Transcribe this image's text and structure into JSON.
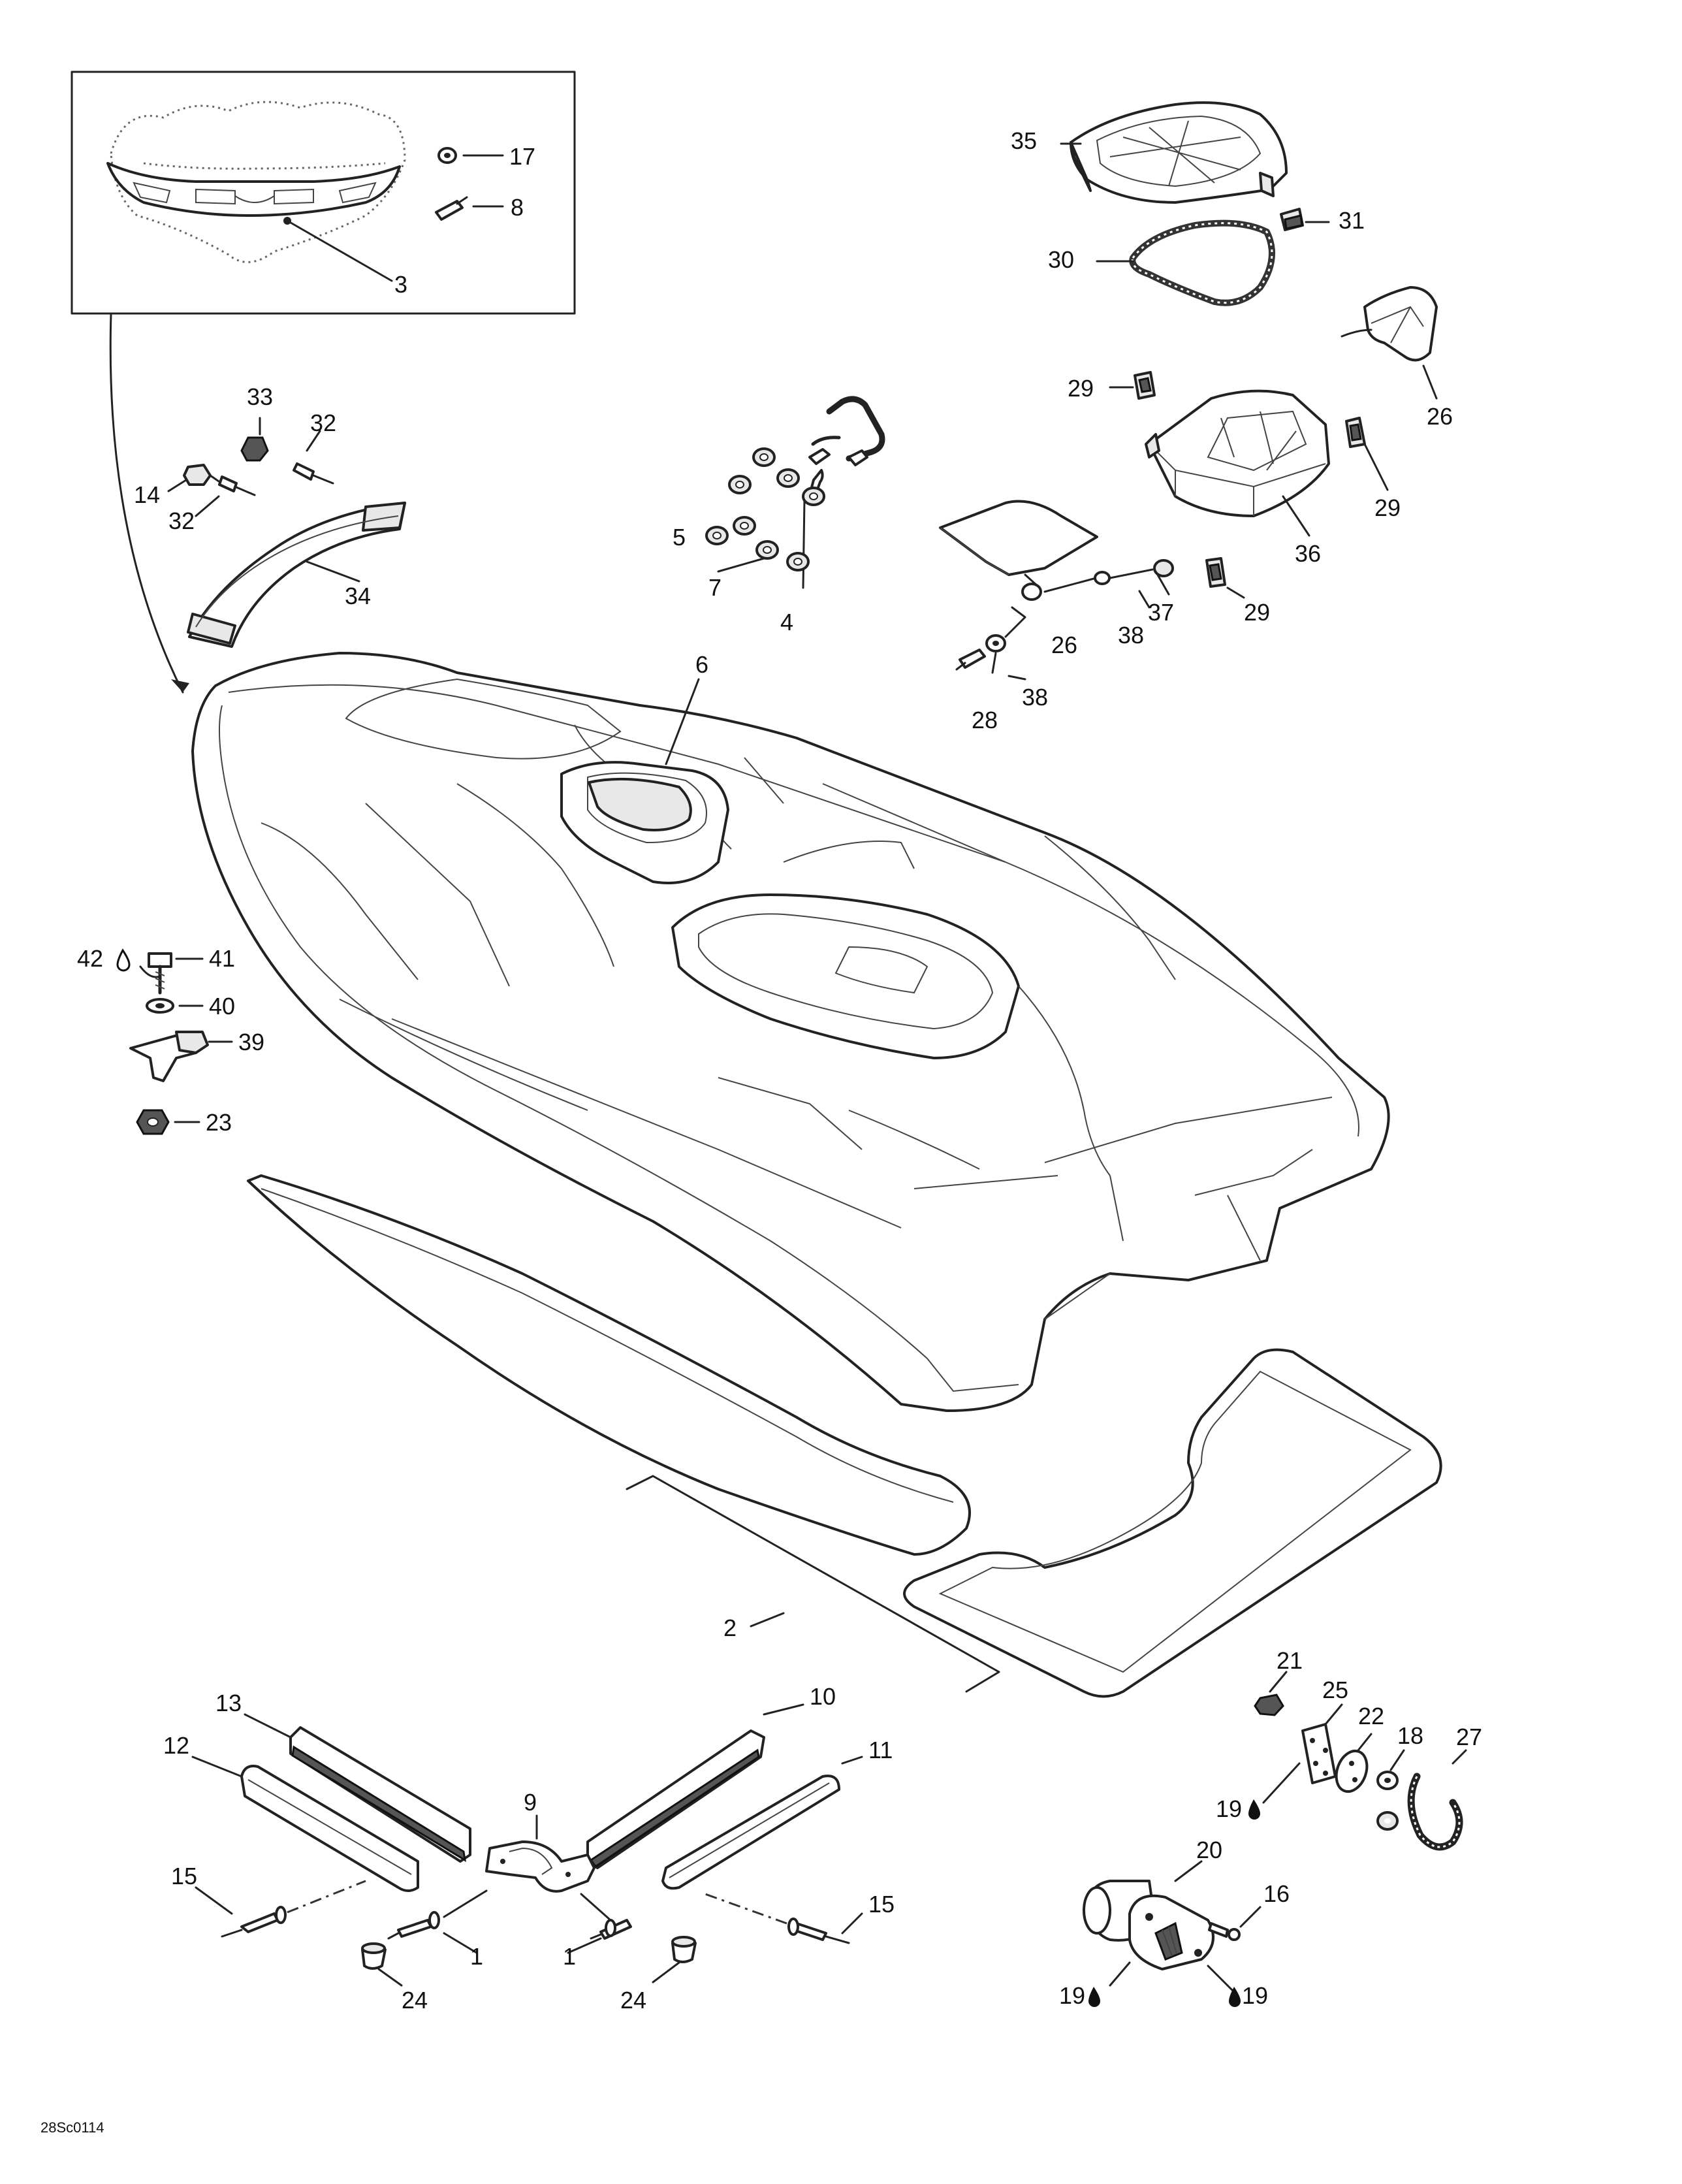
{
  "diagram": {
    "code": "28Sc0114",
    "drop_symbol": "drop-icon",
    "labels": {
      "l1a": "1",
      "l1b": "1",
      "l2": "2",
      "l3": "3",
      "l4": "4",
      "l5": "5",
      "l6": "6",
      "l7": "7",
      "l8": "8",
      "l9": "9",
      "l10": "10",
      "l11": "11",
      "l12": "12",
      "l13": "13",
      "l14": "14",
      "l15a": "15",
      "l15b": "15",
      "l16": "16",
      "l17": "17",
      "l18": "18",
      "l19a": "19",
      "l19b": "19",
      "l19c": "19",
      "l20": "20",
      "l21": "21",
      "l22": "22",
      "l23": "23",
      "l24a": "24",
      "l24b": "24",
      "l25": "25",
      "l26a": "26",
      "l26b": "26",
      "l27": "27",
      "l28": "28",
      "l29a": "29",
      "l29b": "29",
      "l29c": "29",
      "l30": "30",
      "l31": "31",
      "l32a": "32",
      "l32b": "32",
      "l33": "33",
      "l34": "34",
      "l35": "35",
      "l36": "36",
      "l37": "37",
      "l38a": "38",
      "l38b": "38",
      "l39": "39",
      "l40": "40",
      "l41": "41",
      "l42": "42"
    }
  }
}
